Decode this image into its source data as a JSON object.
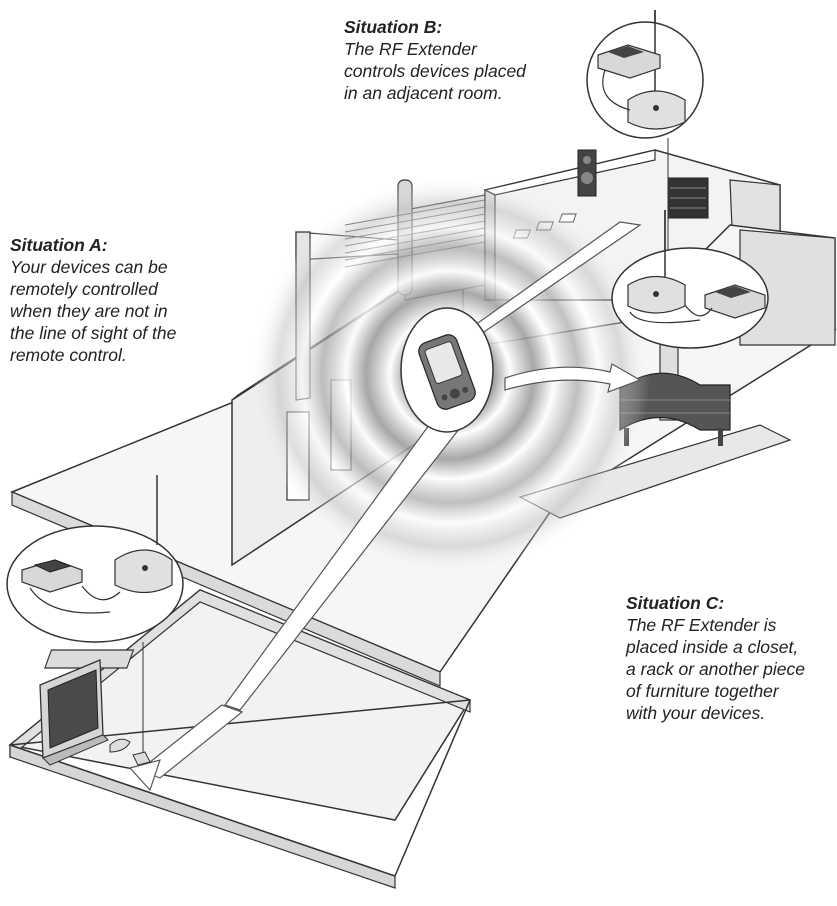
{
  "captions": {
    "a": {
      "title": "Situation A:",
      "lines": [
        "Your devices can be",
        "remotely controlled",
        "when they are not in",
        "the line of sight of the",
        "remote control."
      ]
    },
    "b": {
      "title": "Situation B:",
      "lines": [
        "The RF Extender",
        "controls devices placed",
        "in an adjacent room."
      ]
    },
    "c": {
      "title": "Situation C:",
      "lines": [
        "The RF Extender is",
        "placed inside a closet,",
        "a rack or another piece",
        "of furniture together",
        "with your devices."
      ]
    }
  },
  "colors": {
    "floor": "#f4f4f4",
    "wall_top": "#ffffff",
    "wall_side": "#d9d9d9",
    "outline": "#333333",
    "signal": "#8c8c8c"
  }
}
